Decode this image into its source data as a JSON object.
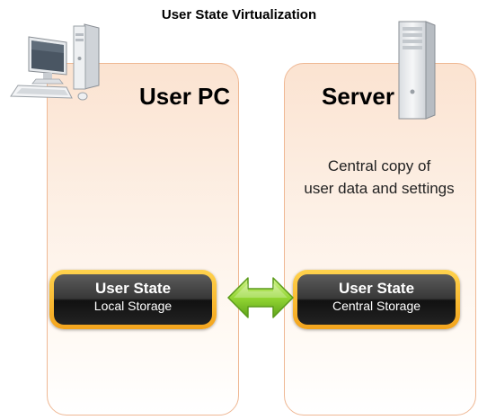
{
  "title": "User State Virtualization",
  "left_panel": {
    "label": "User PC"
  },
  "right_panel": {
    "label": "Server",
    "description": [
      "Central copy of",
      "user data and settings"
    ]
  },
  "left_store": {
    "title": "User State",
    "subtitle": "Local Storage"
  },
  "right_store": {
    "title": "User State",
    "subtitle": "Central Storage"
  },
  "icons": {
    "pc": "desktop-computer-icon",
    "server": "server-tower-icon",
    "arrow": "double-arrow-icon"
  },
  "colors": {
    "panel_border": "#efb894",
    "panel_top": "#fbe3d1",
    "store_ring": "#f3a41d",
    "arrow": "#8fd12f"
  }
}
